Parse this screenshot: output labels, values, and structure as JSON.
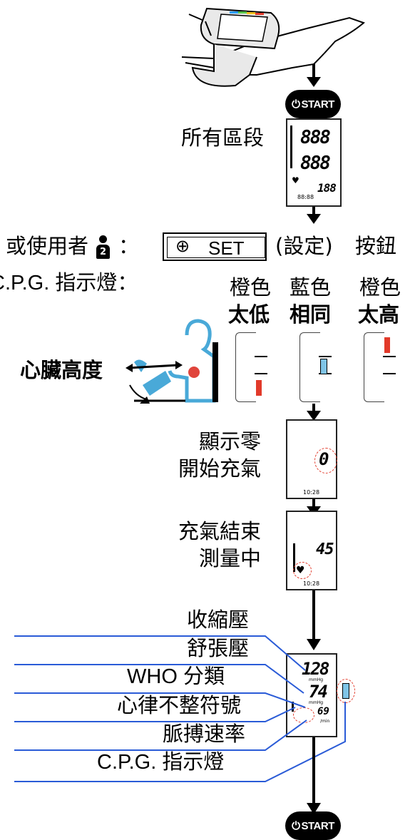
{
  "start_label": "START",
  "steps": {
    "all_segments": "所有區段",
    "or_user_prefix": "或使用者",
    "colon": "：",
    "set_label": "SET",
    "set_paren": "(設定)",
    "button_word": "按鈕",
    "display_zero_1": "顯示零",
    "display_zero_2": "開始充氣",
    "inflate_end_1": "充氣結束",
    "inflate_end_2": "測量中"
  },
  "cpg": {
    "title": "C.P.G.",
    "title_suffix": "指示燈",
    "title_colon": "：",
    "col1_color": "橙色",
    "col1_state": "太低",
    "col2_color": "藍色",
    "col2_state": "相同",
    "col3_color": "橙色",
    "col3_state": "太高",
    "heart_height": "心臟高度"
  },
  "display_labels": {
    "systolic": "收縮壓",
    "diastolic": "舒張壓",
    "who": "WHO",
    "who_suffix": "分類",
    "arrhythmia": "心律不整符號",
    "pulse": "脈搏速率",
    "cpg": "C.P.G.",
    "cpg_suffix": "指示燈"
  },
  "lcd_values": {
    "all_seg_top": "888",
    "all_seg_mid": "888",
    "all_seg_pulse": "188",
    "all_seg_time": "88:88",
    "zero_value": "0",
    "zero_time": "10:28",
    "measuring_value": "45",
    "measuring_time": "10:28",
    "result_sys": "128",
    "result_dia": "74",
    "result_pulse": "69",
    "unit_mmhg": "mmHg",
    "unit_min": "/min"
  },
  "colors": {
    "orange": "#e23a2a",
    "blue": "#7fc4e6",
    "line_blue": "#2a5bd7",
    "body_blue": "#49a9d8",
    "heart_red": "#e0453c"
  },
  "icons": [
    "wrist-device-icon",
    "power-icon",
    "clock-user-icon",
    "user-2-icon",
    "heart-icon",
    "arrow-down-icon",
    "person-arm-icon"
  ]
}
